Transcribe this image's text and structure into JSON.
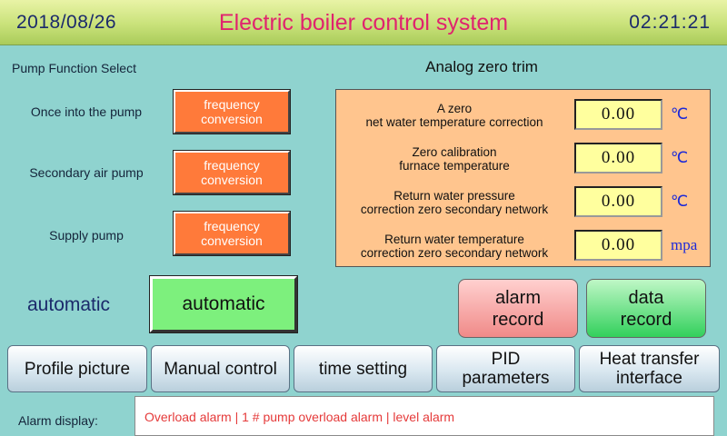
{
  "header": {
    "date": "2018/08/26",
    "title": "Electric boiler control system",
    "time": "02:21:21"
  },
  "pump_section": {
    "title": "Pump Function Select",
    "pumps": [
      {
        "label": "Once into the pump",
        "button": "frequency conversion"
      },
      {
        "label": "Secondary air pump",
        "button": "frequency conversion"
      },
      {
        "label": "Supply pump",
        "button": "frequency conversion"
      }
    ]
  },
  "analog": {
    "title": "Analog zero trim",
    "rows": [
      {
        "label_line1": "A zero",
        "label_line2": "net water temperature correction",
        "value": "0.00",
        "unit": "℃"
      },
      {
        "label_line1": "Zero calibration",
        "label_line2": "furnace temperature",
        "value": "0.00",
        "unit": "℃"
      },
      {
        "label_line1": "Return water pressure",
        "label_line2": "correction zero secondary network",
        "value": "0.00",
        "unit": "℃"
      },
      {
        "label_line1": "Return water temperature",
        "label_line2": "correction zero secondary network",
        "value": "0.00",
        "unit": "mpa"
      }
    ]
  },
  "mode": {
    "label": "automatic",
    "button": "automatic"
  },
  "records": {
    "alarm_line1": "alarm",
    "alarm_line2": "record",
    "data_line1": "data",
    "data_line2": "record"
  },
  "nav": [
    {
      "line1": "Profile picture",
      "line2": ""
    },
    {
      "line1": "Manual control",
      "line2": ""
    },
    {
      "line1": "time setting",
      "line2": ""
    },
    {
      "line1": "PID",
      "line2": "parameters"
    },
    {
      "line1": "Heat transfer",
      "line2": "interface"
    }
  ],
  "alarm": {
    "label": "Alarm display:",
    "text": "Overload alarm | 1 # pump overload alarm | level alarm"
  },
  "colors": {
    "background": "#8fd3cf",
    "title": "#e0236e",
    "orange_button": "#ff7a3a",
    "green_button": "#7df07d",
    "alarm_text": "#e53a3a",
    "unit_text": "#1d2ad8"
  }
}
